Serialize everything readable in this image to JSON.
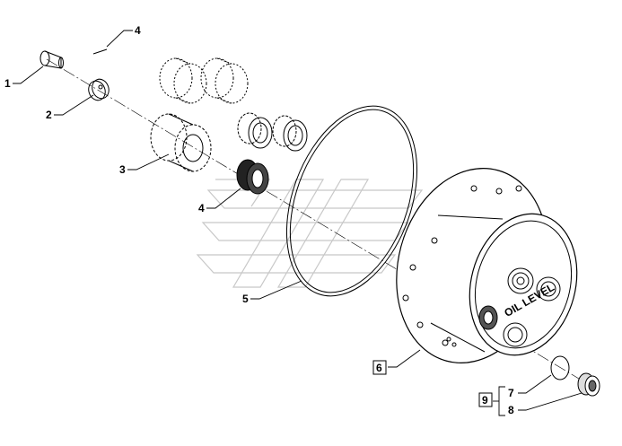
{
  "callouts": {
    "c1": "1",
    "c2": "2",
    "c3": "3",
    "c4a": "4",
    "c4b": "4",
    "c5": "5",
    "c6": "6",
    "c7": "7",
    "c8": "8",
    "c9": "9"
  },
  "hub_label": "OIL LEVEL"
}
